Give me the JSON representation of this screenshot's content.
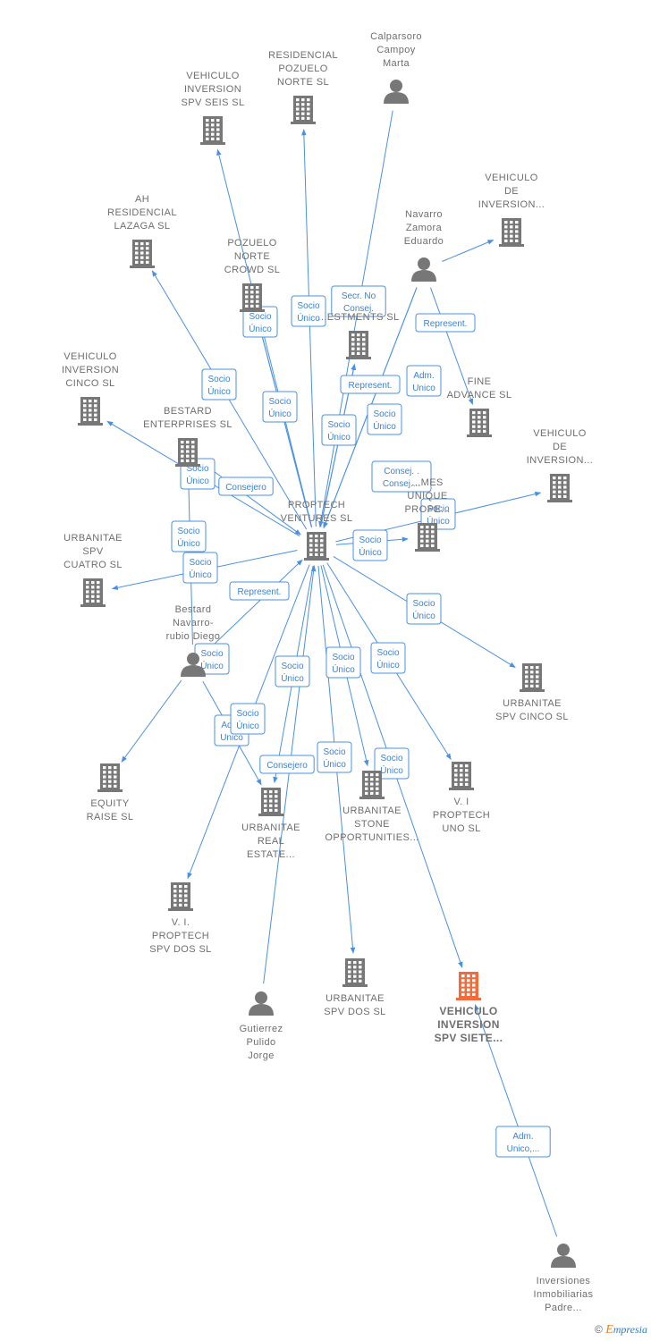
{
  "colors": {
    "edge": "#4a90e2",
    "node": "#777777",
    "focus": "#f26b3a",
    "label": "#6e6e6e"
  },
  "nodes": [
    {
      "id": "vis6",
      "type": "company",
      "label": [
        "VEHICULO",
        "INVERSION",
        "SPV SEIS  SL"
      ]
    },
    {
      "id": "rpn",
      "type": "company",
      "label": [
        "RESIDENCIAL",
        "POZUELO",
        "NORTE  SL"
      ]
    },
    {
      "id": "ccm",
      "type": "person",
      "label": [
        "Calparsoro",
        "Campoy",
        "Marta"
      ]
    },
    {
      "id": "vdi1",
      "type": "company",
      "label": [
        "VEHICULO",
        "DE",
        "INVERSION..."
      ]
    },
    {
      "id": "ahr",
      "type": "company",
      "label": [
        "AH",
        "RESIDENCIAL",
        "LAZAGA  SL"
      ]
    },
    {
      "id": "nze",
      "type": "person",
      "label": [
        "Navarro",
        "Zamora",
        "Eduardo"
      ]
    },
    {
      "id": "pnc",
      "type": "company",
      "label": [
        "POZUELO",
        "NORTE",
        "CROWD  SL"
      ]
    },
    {
      "id": "inv",
      "type": "company",
      "label": [
        "...ESTMENTS SL"
      ]
    },
    {
      "id": "vic5",
      "type": "company",
      "label": [
        "VEHICULO",
        "INVERSION",
        "CINCO  SL"
      ]
    },
    {
      "id": "fine",
      "type": "company",
      "label": [
        "FINE",
        "ADVANCE  SL"
      ]
    },
    {
      "id": "bes",
      "type": "company",
      "label": [
        "BESTARD",
        "ENTERPRISES SL"
      ]
    },
    {
      "id": "vdi2",
      "type": "company",
      "label": [
        "VEHICULO",
        "DE",
        "INVERSION..."
      ]
    },
    {
      "id": "homes",
      "type": "company",
      "label": [
        "...MES",
        "UNIQUE",
        "PROPE..."
      ]
    },
    {
      "id": "ptv",
      "type": "company",
      "label": [
        "PROPTECH",
        "VENTURES  SL"
      ]
    },
    {
      "id": "us4",
      "type": "company",
      "label": [
        "URBANITAE",
        "SPV",
        "CUATRO  SL"
      ]
    },
    {
      "id": "bnd",
      "type": "person",
      "label": [
        "Bestard",
        "Navarro-",
        "rubio Diego"
      ]
    },
    {
      "id": "us5",
      "type": "company",
      "label": [
        "URBANITAE",
        "SPV CINCO  SL"
      ]
    },
    {
      "id": "eqr",
      "type": "company",
      "label": [
        "EQUITY",
        "RAISE  SL"
      ]
    },
    {
      "id": "ure",
      "type": "company",
      "label": [
        "URBANITAE",
        "REAL",
        "ESTATE..."
      ]
    },
    {
      "id": "uso",
      "type": "company",
      "label": [
        "URBANITAE",
        "STONE",
        "OPPORTUNITIES..."
      ]
    },
    {
      "id": "vpu",
      "type": "company",
      "label": [
        "V. I",
        "PROPTECH",
        "UNO  SL"
      ]
    },
    {
      "id": "vpd",
      "type": "company",
      "label": [
        "V. I.",
        "PROPTECH",
        "SPV DOS  SL"
      ]
    },
    {
      "id": "usd",
      "type": "company",
      "label": [
        "URBANITAE",
        "SPV DOS  SL"
      ]
    },
    {
      "id": "vis7",
      "type": "company",
      "focus": true,
      "label": [
        "VEHICULO",
        "INVERSION",
        "SPV SIETE..."
      ]
    },
    {
      "id": "gpj",
      "type": "person",
      "label": [
        "Gutierrez",
        "Pulido",
        "Jorge"
      ]
    },
    {
      "id": "imp",
      "type": "person",
      "label": [
        "Inversiones",
        "Inmobiliarias",
        "Padre..."
      ]
    }
  ],
  "edges": [
    {
      "from": "ptv",
      "to": "vis6",
      "label": [
        "Socio",
        "Único"
      ]
    },
    {
      "from": "ptv",
      "to": "rpn",
      "label": [
        "Socio",
        "Único"
      ]
    },
    {
      "from": "ccm",
      "to": "ptv",
      "label": [
        "Secr.  No",
        "Consej."
      ]
    },
    {
      "from": "ptv",
      "to": "ahr",
      "label": [
        "Socio",
        "Único"
      ]
    },
    {
      "from": "ptv",
      "to": "pnc",
      "label": [
        "Socio",
        "Único"
      ]
    },
    {
      "from": "ptv",
      "to": "pnc",
      "label": [
        "Socio",
        "Único"
      ]
    },
    {
      "from": "nze",
      "to": "vdi1",
      "label": [
        "Represent."
      ]
    },
    {
      "from": "nze",
      "to": "ptv",
      "label": [
        "Represent."
      ]
    },
    {
      "from": "nze",
      "to": "fine",
      "label": [
        "Adm.",
        "Unico"
      ]
    },
    {
      "from": "ptv",
      "to": "inv",
      "label": [
        "Socio",
        "Único"
      ]
    },
    {
      "from": "ptv",
      "to": "inv",
      "label": [
        "Socio",
        "Único"
      ]
    },
    {
      "from": "ptv",
      "to": "vic5",
      "label": [
        "Socio",
        "Único"
      ]
    },
    {
      "from": "bes",
      "to": "ptv",
      "label": [
        "Consejero"
      ]
    },
    {
      "from": "nze",
      "to": "ptv",
      "label": [
        "Consej. .",
        "Consej...."
      ]
    },
    {
      "from": "ptv",
      "to": "vdi2",
      "label": [
        "Socio",
        "Único"
      ]
    },
    {
      "from": "ptv",
      "to": "homes",
      "label": [
        "Socio",
        "Único"
      ]
    },
    {
      "from": "ptv",
      "to": "us4",
      "label": [
        "Socio",
        "Único"
      ]
    },
    {
      "from": "bnd",
      "to": "bes",
      "label": [
        "Socio",
        "Único"
      ]
    },
    {
      "from": "bnd",
      "to": "ptv",
      "label": [
        "Represent."
      ]
    },
    {
      "from": "ptv",
      "to": "us5",
      "label": [
        "Socio",
        "Único"
      ]
    },
    {
      "from": "bnd",
      "to": "eqr",
      "label": [
        "Socio",
        "Único"
      ]
    },
    {
      "from": "bnd",
      "to": "ure",
      "label": [
        "Adm.",
        "Unico"
      ]
    },
    {
      "from": "ptv",
      "to": "ure",
      "label": [
        "Socio",
        "Único"
      ]
    },
    {
      "from": "ptv",
      "to": "vpd",
      "label": [
        "Socio",
        "Único"
      ]
    },
    {
      "from": "gpj",
      "to": "ptv",
      "label": [
        "Consejero"
      ]
    },
    {
      "from": "ptv",
      "to": "usd",
      "label": [
        "Socio",
        "Único"
      ]
    },
    {
      "from": "ptv",
      "to": "uso",
      "label": [
        "Socio",
        "Único"
      ]
    },
    {
      "from": "ptv",
      "to": "vpu",
      "label": [
        "Socio",
        "Único"
      ]
    },
    {
      "from": "ptv",
      "to": "vis7",
      "label": [
        "Socio",
        "Único"
      ]
    },
    {
      "from": "imp",
      "to": "vis7",
      "label": [
        "Adm.",
        "Unico,..."
      ]
    }
  ],
  "footer": {
    "copyright": "©",
    "brand_e": "E",
    "brand_rest": "mpresia"
  }
}
